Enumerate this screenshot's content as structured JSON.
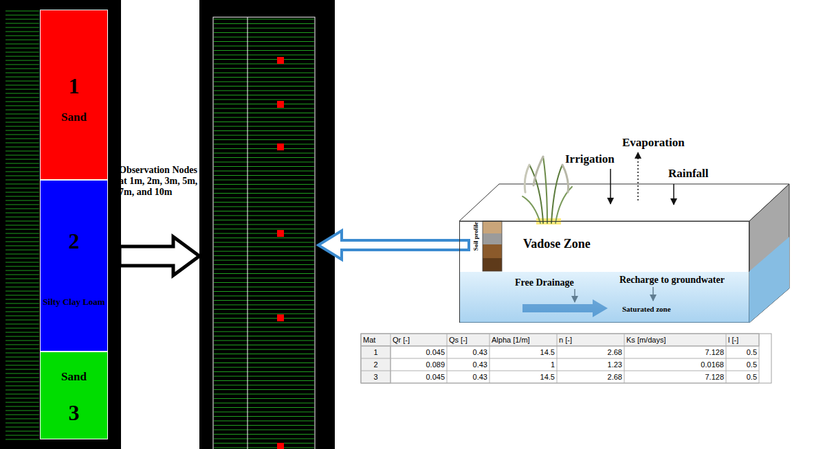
{
  "diagram": {
    "nodes": [
      {
        "text": [
          "1",
          "Sand"
        ]
      },
      {
        "text": [
          "2",
          "Silty Clay Loam"
        ]
      },
      {
        "text": [
          "Sand",
          "3"
        ]
      },
      {
        "text": [
          "Vadose Zone"
        ]
      },
      {
        "text": [
          "Free Drainage",
          "Recharge to groundwater",
          "Saturated zone"
        ],
        "in": 3
      }
    ],
    "labels": [
      "Observation Nodes at 1m, 2m, 3m, 5m, 7m, and 10m",
      "Irrigation",
      "Evaporation",
      "Rainfall",
      "Soil profile",
      "Mat",
      "Qr [-]",
      "Qs [-]",
      "Alpha [1/m]",
      "n [-]",
      "Ks [m/days]",
      "l [-]",
      "1",
      "0.045",
      "0.43",
      "14.5",
      "2.68",
      "7.128",
      "0.5",
      "2",
      "0.089",
      "0.43",
      "1",
      "1.23",
      "0.0168",
      "0.5",
      "3",
      "0.045",
      "0.43",
      "14.5",
      "2.68",
      "7.128",
      "0.5"
    ]
  }
}
